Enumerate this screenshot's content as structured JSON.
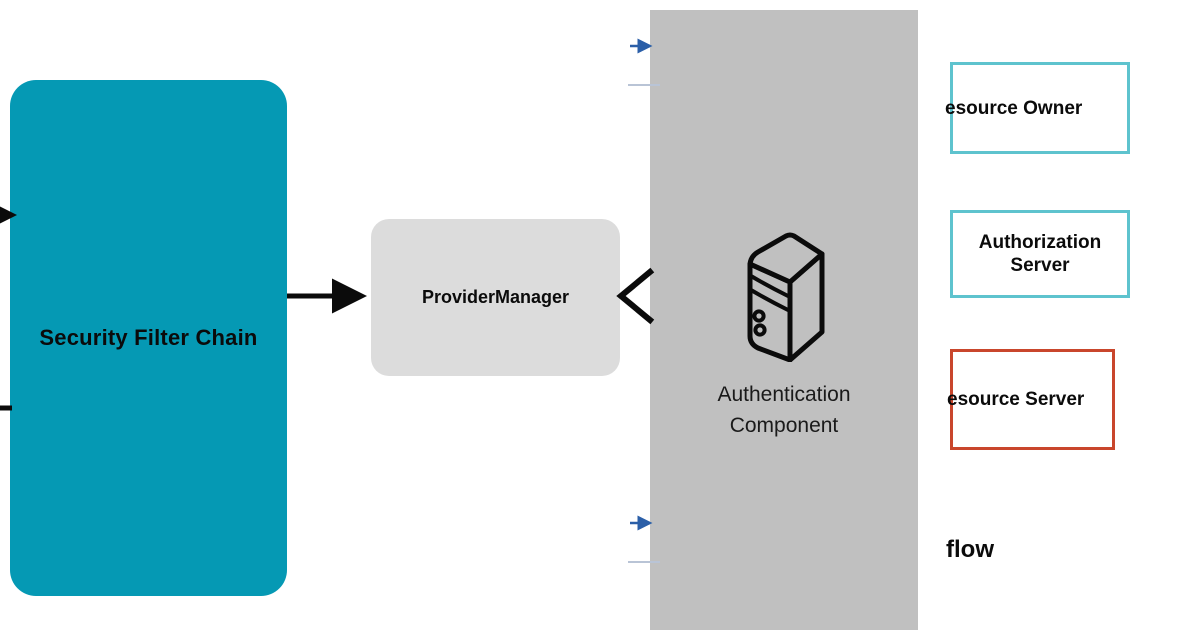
{
  "diagram": {
    "title_hidden": "",
    "nodes": {
      "security_filter_chain": {
        "label": "Security Filter Chain",
        "color": "#0599b4"
      },
      "provider_manager": {
        "label": "ProviderManager",
        "color": "#dcdcdc"
      },
      "authentication_component": {
        "label": "Authentication\nComponent",
        "icon": "server-tower-icon",
        "panel_color": "#c0c0c0"
      }
    },
    "side_boxes": [
      {
        "label": "esource Owner",
        "border_color": "#5ec3ce",
        "name": "resource-owner"
      },
      {
        "label": "Authorization\nServer",
        "border_color": "#5ec3ce",
        "name": "authorization-server"
      },
      {
        "label": "esource Server",
        "border_color": "#c9462c",
        "name": "resource-server"
      }
    ],
    "flow_caption": "flow",
    "connectors": {
      "inbound_arrow_color": "#0b0b0b",
      "blue_arrow_color": "#2b5fa8",
      "faint_line_color": "#b9c4d6"
    }
  }
}
